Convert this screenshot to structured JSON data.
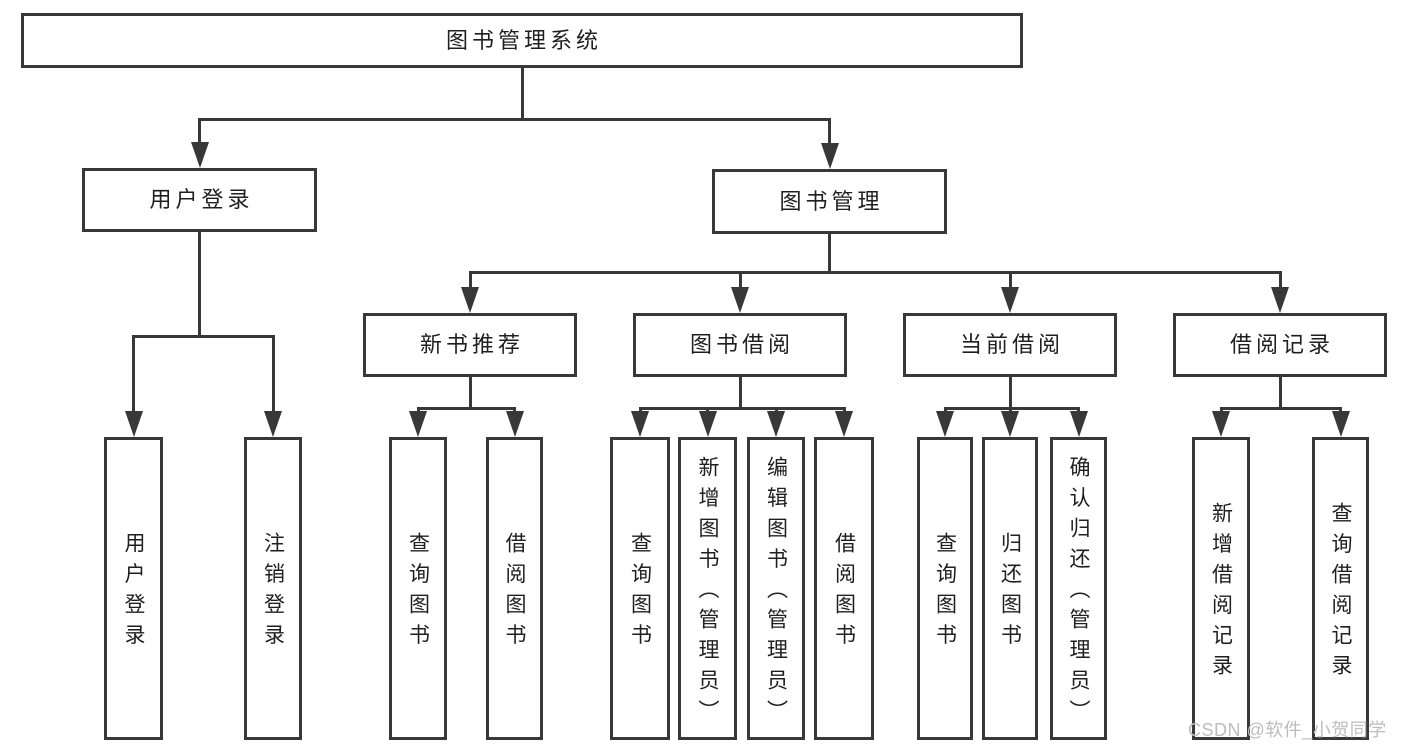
{
  "diagram": {
    "title": "图书管理系统",
    "nodes": [
      {
        "id": "system",
        "label": "图书管理系统",
        "orientation": "horizontal",
        "level": 1
      },
      {
        "id": "user-login",
        "label": "用户登录",
        "orientation": "horizontal",
        "level": 2
      },
      {
        "id": "book-mgmt",
        "label": "图书管理",
        "orientation": "horizontal",
        "level": 2
      },
      {
        "id": "new-books",
        "label": "新书推荐",
        "orientation": "horizontal",
        "level": 3
      },
      {
        "id": "book-borrow",
        "label": "图书借阅",
        "orientation": "horizontal",
        "level": 3
      },
      {
        "id": "current-borrow",
        "label": "当前借阅",
        "orientation": "horizontal",
        "level": 3
      },
      {
        "id": "borrow-records",
        "label": "借阅记录",
        "orientation": "horizontal",
        "level": 3
      },
      {
        "id": "v-user-login",
        "label": "用户登录",
        "orientation": "vertical",
        "level": 4
      },
      {
        "id": "v-logout",
        "label": "注销登录",
        "orientation": "vertical",
        "level": 4
      },
      {
        "id": "v-query-books-new",
        "label": "查询图书",
        "orientation": "vertical",
        "level": 4
      },
      {
        "id": "v-borrow-books-new",
        "label": "借阅图书",
        "orientation": "vertical",
        "level": 4
      },
      {
        "id": "v-query-books-borrow",
        "label": "查询图书",
        "orientation": "vertical",
        "level": 4
      },
      {
        "id": "v-add-books",
        "label": "新增图书（管理员）",
        "orientation": "vertical",
        "level": 4
      },
      {
        "id": "v-edit-books",
        "label": "编辑图书（管理员）",
        "orientation": "vertical",
        "level": 4
      },
      {
        "id": "v-borrow-books-borrow",
        "label": "借阅图书",
        "orientation": "vertical",
        "level": 4
      },
      {
        "id": "v-query-books-current",
        "label": "查询图书",
        "orientation": "vertical",
        "level": 4
      },
      {
        "id": "v-return-books",
        "label": "归还图书",
        "orientation": "vertical",
        "level": 4
      },
      {
        "id": "v-confirm-return",
        "label": "确认归还（管理员）",
        "orientation": "vertical",
        "level": 4
      },
      {
        "id": "v-add-borrow-record",
        "label": "新增借阅记录",
        "orientation": "vertical",
        "level": 4
      },
      {
        "id": "v-query-borrow-record",
        "label": "查询借阅记录",
        "orientation": "vertical",
        "level": 4
      }
    ],
    "edges": [
      {
        "from": "system",
        "to": [
          "user-login",
          "book-mgmt"
        ]
      },
      {
        "from": "user-login",
        "to": [
          "v-user-login",
          "v-logout"
        ]
      },
      {
        "from": "book-mgmt",
        "to": [
          "new-books",
          "book-borrow",
          "current-borrow",
          "borrow-records"
        ]
      },
      {
        "from": "new-books",
        "to": [
          "v-query-books-new",
          "v-borrow-books-new"
        ]
      },
      {
        "from": "book-borrow",
        "to": [
          "v-query-books-borrow",
          "v-add-books",
          "v-edit-books",
          "v-borrow-books-borrow"
        ]
      },
      {
        "from": "current-borrow",
        "to": [
          "v-query-books-current",
          "v-return-books",
          "v-confirm-return"
        ]
      },
      {
        "from": "borrow-records",
        "to": [
          "v-add-borrow-record",
          "v-query-borrow-record"
        ]
      }
    ]
  },
  "watermark": {
    "text": "CSDN @软件_小贺同学"
  },
  "colors": {
    "line": "#383838",
    "text": "#1f1f1f",
    "watermark": "#bdbdbd",
    "background": "#ffffff"
  }
}
